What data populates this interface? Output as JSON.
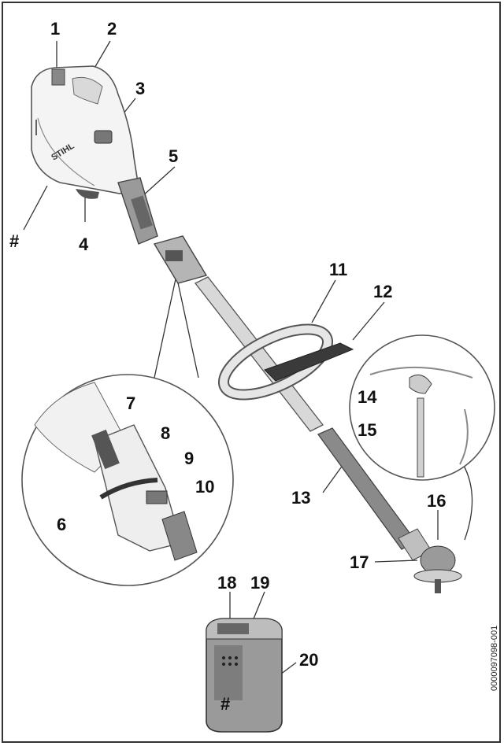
{
  "figure": {
    "brand_mark": "STIHL",
    "battery_mark": "#",
    "doc_id": "0000097098-001",
    "callouts": {
      "c1": "1",
      "c2": "2",
      "c3": "3",
      "c4": "4",
      "c5": "5",
      "c6": "6",
      "c7": "7",
      "c8": "8",
      "c9": "9",
      "c10": "10",
      "c11": "11",
      "c12": "12",
      "c13": "13",
      "c14": "14",
      "c15": "15",
      "c16": "16",
      "c17": "17",
      "c18": "18",
      "c19": "19",
      "c20": "20",
      "hash": "#"
    }
  }
}
